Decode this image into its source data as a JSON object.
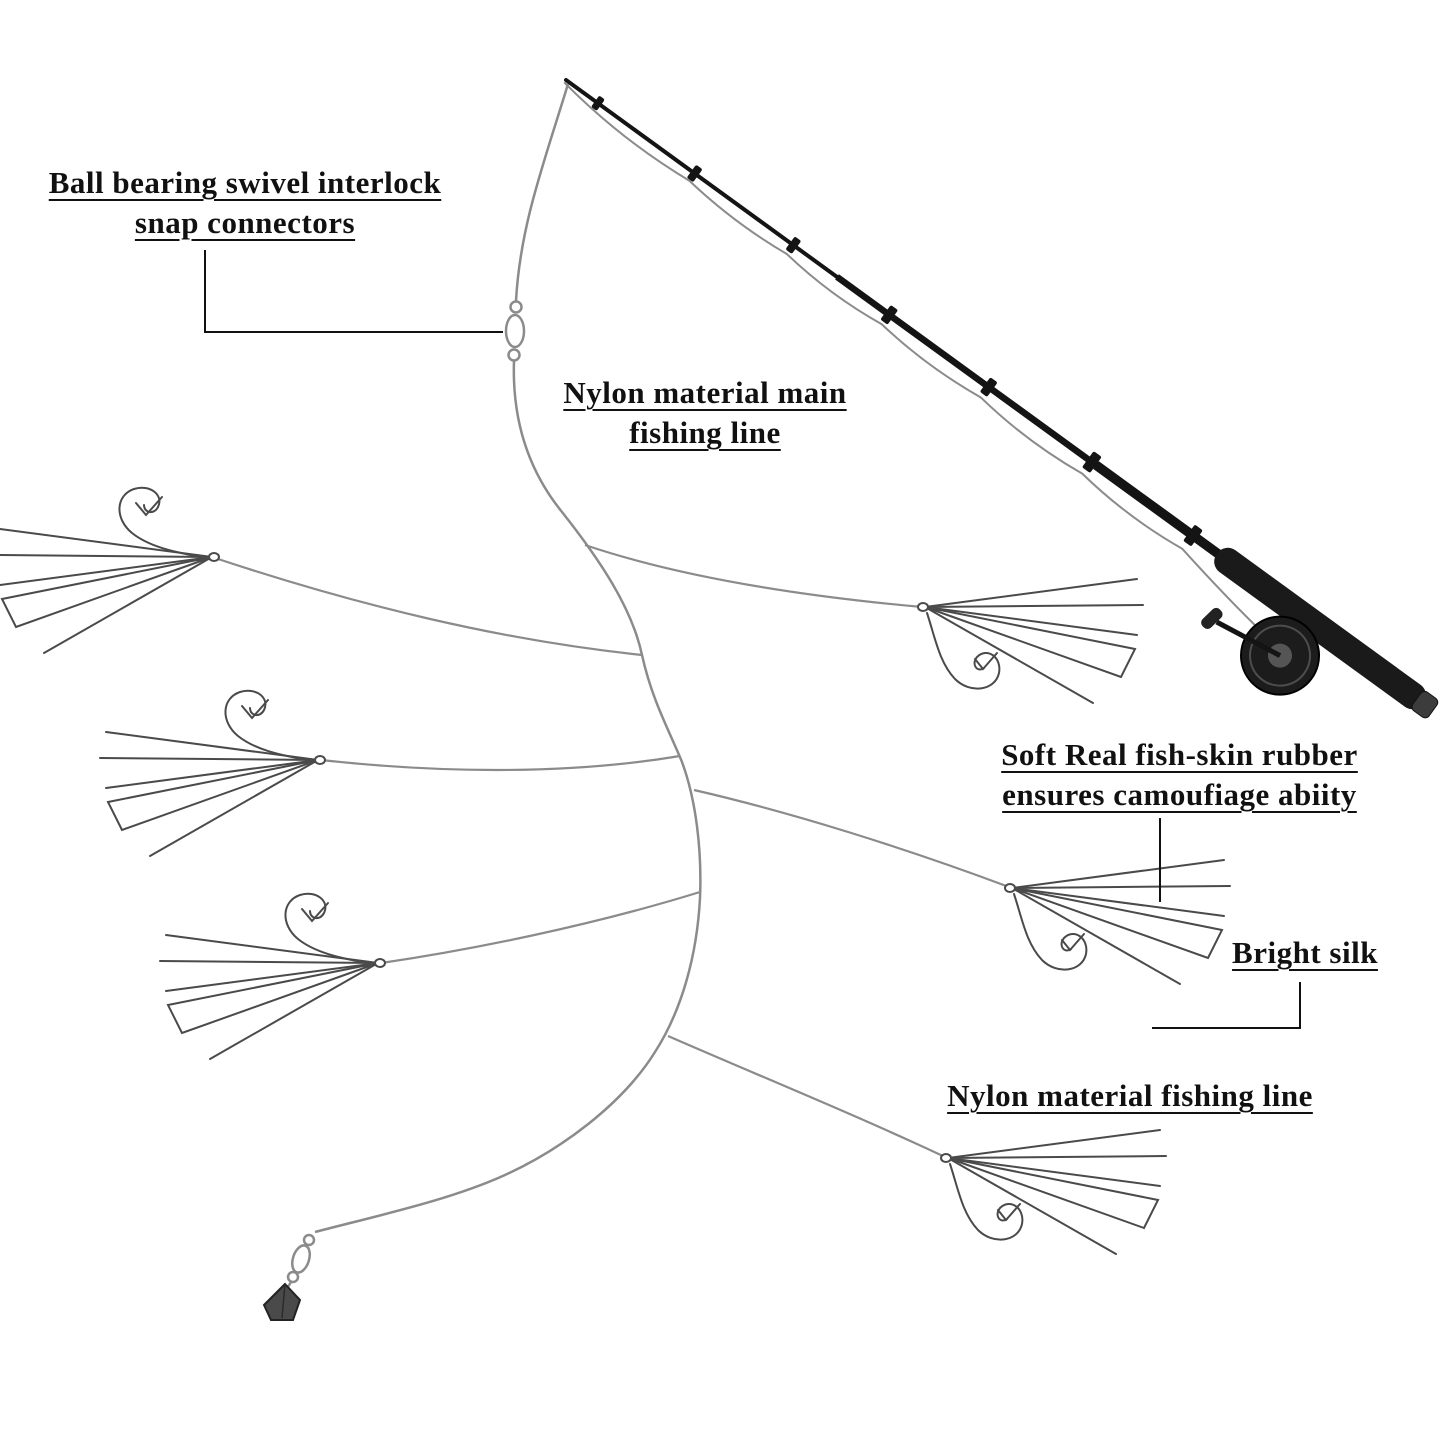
{
  "title": "Fishing rig product diagram",
  "labels": {
    "swivel": {
      "line1": "Ball bearing swivel interlock",
      "line2": "snap connectors"
    },
    "main_line": {
      "line1": "Nylon material main",
      "line2": "fishing line"
    },
    "rubber": {
      "line1": "Soft Real fish-skin rubber",
      "line2": "ensures camoufiage abiity"
    },
    "bright_silk": {
      "text": "Bright silk"
    },
    "nylon_line": {
      "text": "Nylon material fishing line"
    }
  },
  "parts": {
    "rod": "fishing-rod-with-reel",
    "swivel_top": "ball-bearing-swivel-snap",
    "swivel_bottom": "ball-bearing-swivel-snap",
    "sinker": "lead-sinker-weight",
    "lures": [
      "left-hook-lure-1",
      "left-hook-lure-2",
      "left-hook-lure-3",
      "right-hook-lure-1",
      "right-hook-lure-2",
      "right-hook-lure-3"
    ]
  },
  "colors": {
    "ink": "#111111",
    "line": "#8b8b8b",
    "lure_stroke": "#4a4a4a",
    "rod": "#141414",
    "sinker_fill": "#4a4a4a",
    "background": "#ffffff"
  }
}
